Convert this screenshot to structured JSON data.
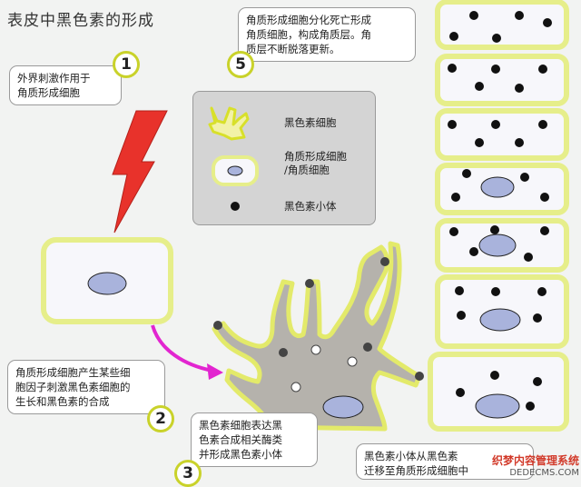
{
  "title": "表皮中黑色素的形成",
  "notes": {
    "n1": "外界刺激作用于\n角质形成细胞",
    "n2": "角质形成细胞产生某些细\n胞因子刺激黑色素细胞的\n生长和黑色素的合成",
    "n3": "黑色素细胞表达黑\n色素合成相关酶类\n并形成黑色素小体",
    "n4": "黑色素小体从黑色素\n迁移至角质形成细胞中",
    "n5": "角质形成细胞分化死亡形成\n角质细胞，构成角质层。角\n质层不断脱落更新。"
  },
  "badges": {
    "b1": "1",
    "b2": "2",
    "b3": "3",
    "b5": "5"
  },
  "legend": {
    "melanocyte": "黑色素细胞",
    "keratinocyte": "角质形成细胞\n/角质细胞",
    "melanosome": "黑色素小体"
  },
  "watermark": {
    "line1": "织梦内容管理系统",
    "line2": "DEDECMS.COM"
  },
  "colors": {
    "background": "#f2f3f2",
    "cell_fill": "#f7f7fb",
    "cell_border": "#e6ee8a",
    "nucleus": "#a9b3dc",
    "melanocyte_fill": "#b5b2ac",
    "melanocyte_border": "#e3ea6a",
    "lightning": "#e8322b",
    "arrow": "#e225d0",
    "badge_border": "#c9d22a"
  }
}
